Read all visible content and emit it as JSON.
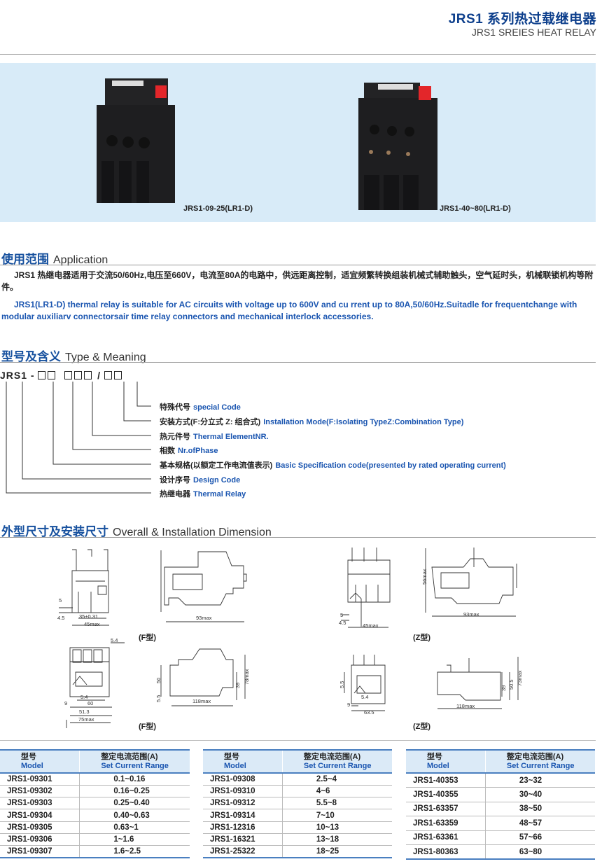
{
  "header": {
    "title_cn": "JRS1 系列热过载继电器",
    "title_en": "JRS1 SREIES HEAT RELAY"
  },
  "photos": [
    {
      "caption": "JRS1-09-25(LR1-D)"
    },
    {
      "caption": "JRS1-40~80(LR1-D)"
    }
  ],
  "application": {
    "heading_cn": "使用范围",
    "heading_en": "Application",
    "text_cn": "JRS1 热继电器适用于交流50/60Hz,电压至660V，电流至80A的电路中，供远距离控制，适宜频繁转换组装机械式辅助触头，空气延时头，机械联锁机构等附件。",
    "text_en": "JRS1(LR1-D) thermal relay is suitable for AC circuits with voltage up to 600V and cu rrent up to 80A,50/60Hz.Suitadle for frequentchange with modular auxiliarv connectorsair time relay connectors and mechanical interlock accessories."
  },
  "type_meaning": {
    "heading_cn": "型号及含义",
    "heading_en": "Type & Meaning",
    "code_prefix": "JRS1 -",
    "code_slash": "/",
    "items": [
      {
        "cn": "特殊代号",
        "en": "special Code"
      },
      {
        "cn": "安装方式(F:分立式 Z:  组合式)",
        "en": "Installation Mode(F:Isolating TypeZ:Combination Type)"
      },
      {
        "cn": "热元件号",
        "en": "Thermal ElementNR."
      },
      {
        "cn": "相数",
        "en": "Nr.ofPhase"
      },
      {
        "cn": "基本规格(以额定工作电流值表示)",
        "en": "Basic Specification code(presented by rated operating current)"
      },
      {
        "cn": "设计序号",
        "en": "Design Code"
      },
      {
        "cn": "热继电器",
        "en": "Thermal Relay"
      }
    ]
  },
  "dimensions": {
    "heading_cn": "外型尺寸及安装尺寸",
    "heading_en": "Overall & Installation Dimension",
    "f_label": "(F型)",
    "z_label": "(Z型)",
    "f_top": {
      "d1": "5",
      "d2": "4.5",
      "d3": "35±0.31",
      "d4": "45max",
      "d5": "93max"
    },
    "f_bottom": {
      "d1": "5.4",
      "d2": "5.4",
      "d3": "9",
      "d4": "60",
      "d5": "51.3",
      "d6": "75max",
      "d7": "50",
      "d8": "5.5",
      "d9": "118max",
      "d10": "39",
      "d11": "78max"
    },
    "z_top": {
      "d1": "5",
      "d2": "4.5",
      "d3": "45max",
      "d4": "56max",
      "d5": "93max"
    },
    "z_bottom": {
      "d1": "5.5",
      "d2": "5.4",
      "d3": "9",
      "d4": "63.5",
      "d5": "118max",
      "d6": "39",
      "d7": "50.5",
      "d8": "73max"
    }
  },
  "tables": {
    "col_model_cn": "型号",
    "col_model_en": "Model",
    "col_range_cn": "整定电流范围(A)",
    "col_range_en": "Set Current Range",
    "t1": [
      [
        "JRS1-09301",
        "0.1~0.16"
      ],
      [
        "JRS1-09302",
        "0.16~0.25"
      ],
      [
        "JRS1-09303",
        "0.25~0.40"
      ],
      [
        "JRS1-09304",
        "0.40~0.63"
      ],
      [
        "JRS1-09305",
        "0.63~1"
      ],
      [
        "JRS1-09306",
        "1~1.6"
      ],
      [
        "JRS1-09307",
        "1.6~2.5"
      ]
    ],
    "t2": [
      [
        "JRS1-09308",
        "2.5~4"
      ],
      [
        "JRS1-09310",
        "4~6"
      ],
      [
        "JRS1-09312",
        "5.5~8"
      ],
      [
        "JRS1-09314",
        "7~10"
      ],
      [
        "JRS1-12316",
        "10~13"
      ],
      [
        "JRS1-16321",
        "13~18"
      ],
      [
        "JRS1-25322",
        "18~25"
      ]
    ],
    "t3": [
      [
        "JRS1-40353",
        "23~32"
      ],
      [
        "JRS1-40355",
        "30~40"
      ],
      [
        "JRS1-63357",
        "38~50"
      ],
      [
        "JRS1-63359",
        "48~57"
      ],
      [
        "JRS1-63361",
        "57~66"
      ],
      [
        "JRS1-80363",
        "63~80"
      ]
    ]
  },
  "colors": {
    "brand_blue": "#0d3f8c",
    "band": "#d8ebf8",
    "table_header": "#dbeaf7"
  }
}
